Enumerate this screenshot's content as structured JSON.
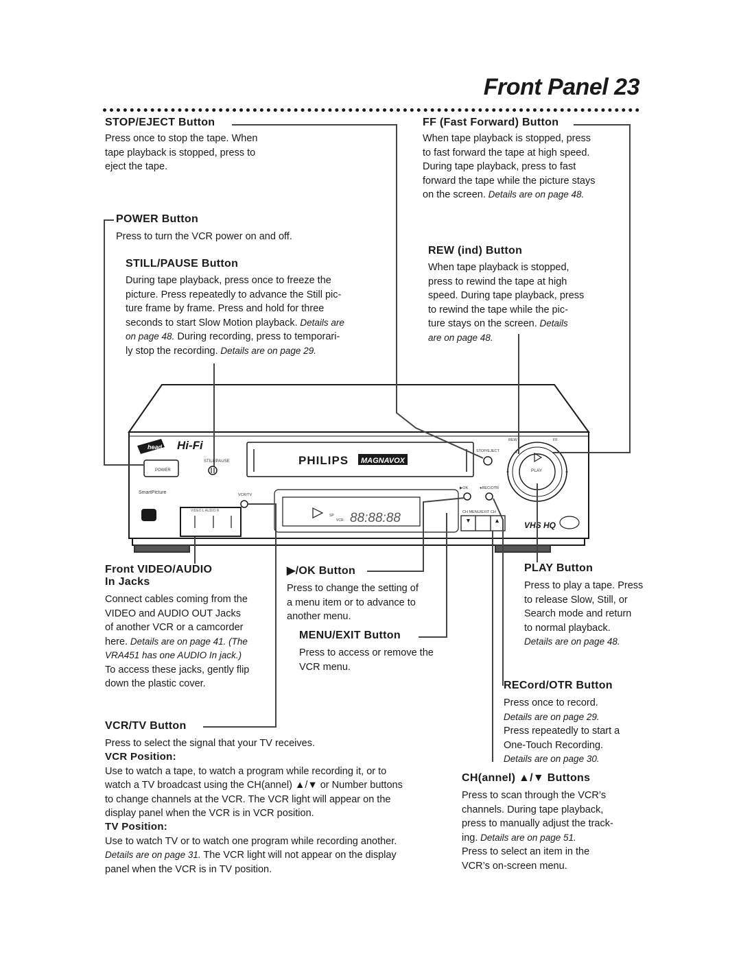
{
  "page": {
    "title": "Front Panel  23"
  },
  "sections": {
    "stop_eject": {
      "heading": "STOP/EJECT Button",
      "lines": [
        "Press once to stop the tape. When",
        "tape playback is stopped, press to",
        "eject the tape."
      ]
    },
    "ff": {
      "heading": "FF (Fast Forward) Button",
      "lines": [
        "When tape playback is stopped, press",
        "to fast forward the tape at high speed.",
        "During tape playback, press to fast",
        "forward the tape while the picture stays"
      ],
      "last_line": "on the screen.",
      "last_italic": " Details are on page 48."
    },
    "power": {
      "heading": "POWER Button",
      "lines": [
        "Press to turn the VCR power on and off."
      ]
    },
    "still_pause": {
      "heading": "STILL/PAUSE Button",
      "lines": [
        "During tape playback, press once to freeze the",
        "picture. Press repeatedly to advance the Still pic-",
        "ture frame by frame. Press and hold for three"
      ],
      "line4": "seconds to start Slow Motion playback.",
      "line4_italic": " Details are",
      "line5_italic": "on page 48.",
      "line5": " During recording, press to temporari-",
      "line6": "ly stop the recording.",
      "line6_italic": " Details are on page 29."
    },
    "rew": {
      "heading": "REW (ind) Button",
      "lines": [
        "When tape playback is stopped,",
        "press to rewind the tape at high",
        "speed. During tape playback, press",
        "to rewind the tape while the pic-"
      ],
      "line5": "ture stays on the screen.",
      "line5_italic": " Details",
      "line6_italic": "are on page 48."
    },
    "front_av": {
      "heading1": "Front VIDEO/AUDIO",
      "heading2": "In Jacks",
      "lines": [
        "Connect cables coming from the",
        "VIDEO and AUDIO OUT Jacks",
        "of another VCR or a camcorder"
      ],
      "line4": "here.",
      "line4_italic": " Details are on page 41. (The",
      "line5_italic": "VRA451 has one AUDIO In jack.)",
      "line6": "To access these jacks, gently flip",
      "line7": "down the plastic cover."
    },
    "ok": {
      "heading": "▶/OK Button",
      "lines": [
        "Press to change the setting of",
        "a menu item or to advance to",
        "another menu."
      ]
    },
    "menu_exit": {
      "heading": "MENU/EXIT Button",
      "lines": [
        "Press to access or remove the",
        "VCR menu."
      ]
    },
    "play": {
      "heading": "PLAY Button",
      "lines": [
        "Press to play a tape. Press",
        "to release Slow, Still, or",
        "Search mode and return",
        "to normal playback."
      ],
      "italic": "Details are on page 48."
    },
    "rec_otr": {
      "heading": "RECord/OTR Button",
      "line1": "Press once to record.",
      "italic1": "Details are on page 29.",
      "line2": "Press repeatedly to start a",
      "line3": "One-Touch Recording.",
      "italic2": "Details are on page 30."
    },
    "vcr_tv": {
      "heading": "VCR/TV Button",
      "line1": "Press to select the signal that your TV receives.",
      "sub1": "VCR Position:",
      "sub1_lines": [
        "Use to watch a tape, to watch a program while recording it, or to",
        "watch a TV broadcast using the CH(annel) ▲/▼ or Number buttons",
        "to change channels at the VCR.  The VCR light will appear on the",
        "display panel when the VCR is in VCR position."
      ],
      "sub2": "TV Position:",
      "sub2_line1": "Use to watch TV or to watch one program while recording another.",
      "sub2_line2_italic": "Details are on page 31.",
      "sub2_line2": " The VCR light will not appear on the display",
      "sub2_line3": "panel when the VCR is in TV position."
    },
    "channel": {
      "heading": "CH(annel) ▲/▼ Buttons",
      "lines": [
        "Press to scan through the VCR’s",
        "channels. During tape playback,",
        "press to manually adjust the track-"
      ],
      "line4": "ing.",
      "line4_italic": " Details are on page 51.",
      "line5": "Press to select an item in the",
      "line6": "VCR’s on-screen menu."
    }
  },
  "vcr": {
    "brand": "PHILIPS",
    "brand2": "MAGNAVOX",
    "hifi": "Hi-Fi",
    "head_badge": "head",
    "power_label": "POWER",
    "still_pause_label": "STILL/PAUSE",
    "smartpicture_label": "SmartPicture",
    "vcr_tv_label": "VCR/TV",
    "jacks_label": "VIDEO    L  AUDIO  R",
    "display_digits": "88:88:88",
    "display_sp": "SP",
    "display_vcr": "VCR",
    "ok_label": "▶OK",
    "rec_label": "●REC/OTR",
    "rew_label": "REW",
    "ff_label": "FF",
    "stop_eject_label": "STOP/EJECT",
    "play_label": "PLAY",
    "ch_menu_label": "CH     MENU/EXIT     CH",
    "vhs_logo": "VHS HQ"
  }
}
